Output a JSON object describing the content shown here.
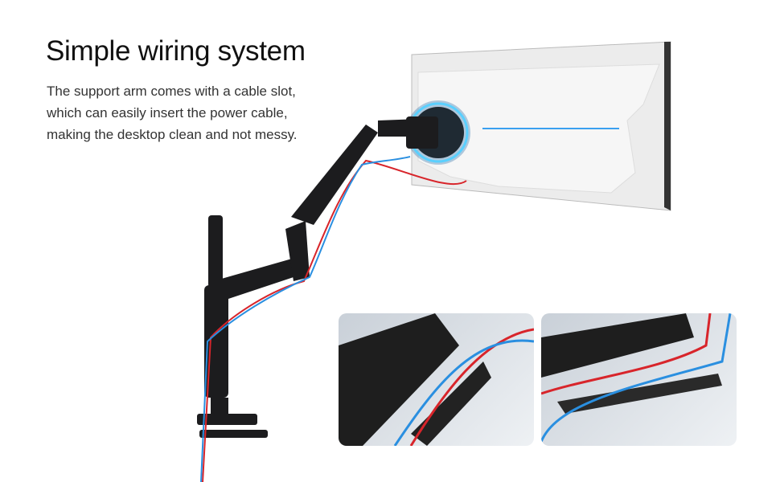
{
  "heading": "Simple wiring system",
  "description": [
    "The support arm comes with a cable slot,",
    "which can easily insert the power cable,",
    "making the desktop clean and not messy."
  ],
  "colors": {
    "cable_red": "#d8252b",
    "cable_blue": "#2a8fe0",
    "arm": "#1c1c1e",
    "monitor": "#eeeeee"
  },
  "images": [
    "monitor-arm-product",
    "cable-slot-detail-1",
    "cable-slot-detail-2"
  ]
}
